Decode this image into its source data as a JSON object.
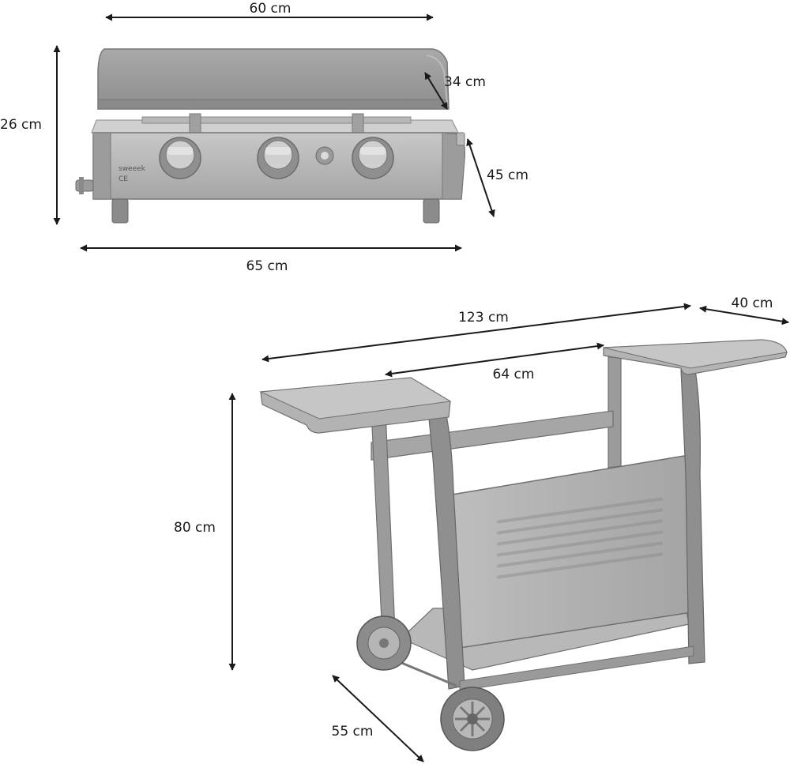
{
  "plancha": {
    "brand": "sweeek",
    "ce_mark": "CE",
    "dimensions": {
      "top_width": "60 cm",
      "lid_depth": "34 cm",
      "height": "26 cm",
      "depth": "45 cm",
      "bottom_width": "65 cm"
    }
  },
  "trolley": {
    "dimensions": {
      "total_width": "123 cm",
      "shelf_depth": "40 cm",
      "inner_width": "64 cm",
      "height": "80 cm",
      "depth": "55 cm"
    }
  },
  "colors": {
    "dimension_line": "#1a1a1a",
    "product_gray": "#9a9a9a",
    "product_dark": "#6f6f6f",
    "product_light": "#c4c4c4"
  }
}
